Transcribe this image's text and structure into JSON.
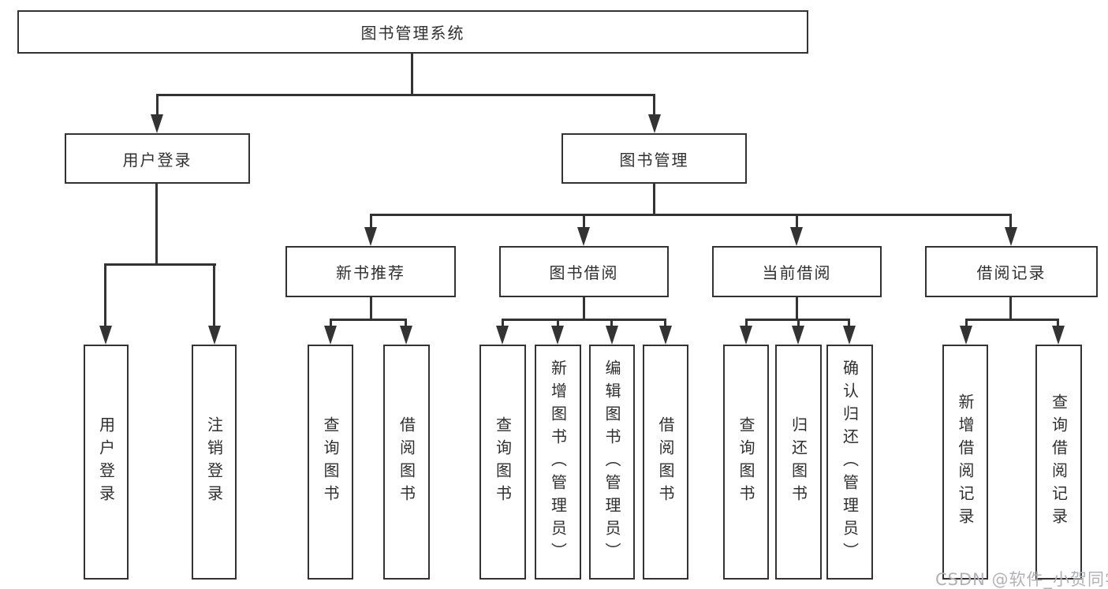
{
  "diagram_title": "图书管理系统",
  "root": {
    "label": "图书管理系统"
  },
  "level2": {
    "user_login": {
      "label": "用户登录"
    },
    "book_mgmt": {
      "label": "图书管理"
    }
  },
  "level3": {
    "new_book": {
      "label": "新书推荐"
    },
    "borrow": {
      "label": "图书借阅"
    },
    "current": {
      "label": "当前借阅"
    },
    "records": {
      "label": "借阅记录"
    }
  },
  "leaves": {
    "user_login": "用户登录",
    "logout": "注销登录",
    "nb_query": "查询图书",
    "nb_borrow": "借阅图书",
    "bb_query": "查询图书",
    "bb_add": "新增图书（管理员）",
    "bb_edit": "编辑图书（管理员）",
    "bb_borrow": "借阅图书",
    "cb_query": "查询图书",
    "cb_return": "归还图书",
    "cb_confirm": "确认归还（管理员）",
    "rec_add": "新增借阅记录",
    "rec_query": "查询借阅记录"
  },
  "watermark": "CSDN @软件_小贺同学",
  "colors": {
    "line": "#333333",
    "text": "#2f2f2f",
    "background": "#ffffff",
    "watermark": "#b0b2b5"
  }
}
